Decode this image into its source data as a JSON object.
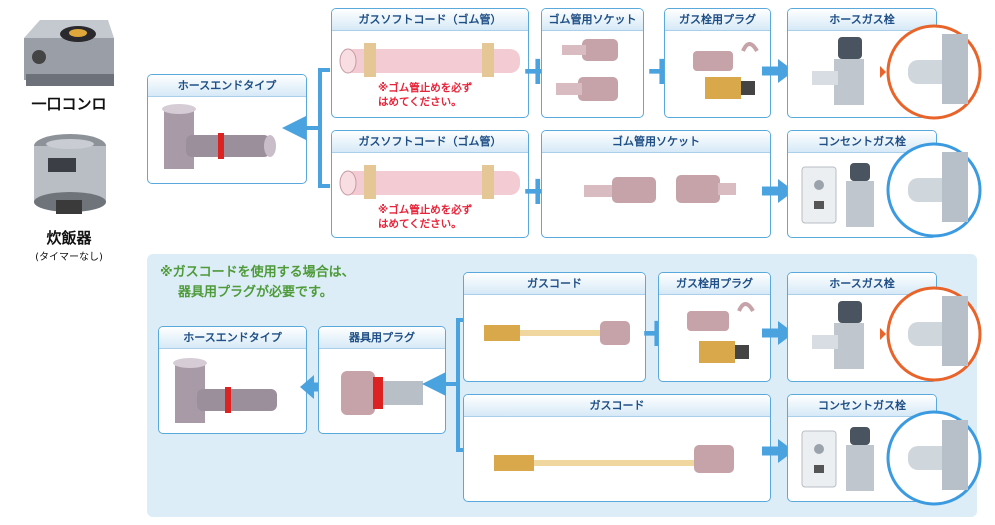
{
  "left_column": {
    "stove_label": "一口コンロ",
    "rice_cooker_label": "炊飯器",
    "rice_cooker_sub": "(タイマーなし)"
  },
  "top_section": {
    "hose_end_title": "ホースエンドタイプ",
    "row1": {
      "cord_title": "ガスソフトコード（ゴム管）",
      "cord_note_line1": "※ゴム管止めを必ず",
      "cord_note_line2": "はめてください。",
      "socket_title": "ゴム管用ソケット",
      "plug_title": "ガス栓用プラグ",
      "valve_title": "ホースガス栓"
    },
    "row2": {
      "cord_title": "ガスソフトコード（ゴム管）",
      "cord_note_line1": "※ゴム管止めを必ず",
      "cord_note_line2": "はめてください。",
      "socket_title": "ゴム管用ソケット",
      "valve_title": "コンセントガス栓"
    }
  },
  "bottom_section": {
    "note_line1": "※ガスコードを使用する場合は、",
    "note_line2": "器具用プラグが必要です。",
    "hose_end_title": "ホースエンドタイプ",
    "appliance_plug_title": "器具用プラグ",
    "row1": {
      "cord_title": "ガスコード",
      "plug_title": "ガス栓用プラグ",
      "valve_title": "ホースガス栓"
    },
    "row2": {
      "cord_title": "ガスコード",
      "valve_title": "コンセントガス栓"
    }
  },
  "colors": {
    "accent_blue": "#4aa3df",
    "panel_border": "#5aa9dc",
    "title_text": "#1f4f86",
    "warning_red": "#e8243a",
    "note_green": "#4f9b3a",
    "hose_valve_circle": "#e8642a",
    "outlet_valve_circle": "#3c9be0",
    "band_bg": "#dcedf8"
  },
  "icons": [
    "stove-icon",
    "rice-cooker-icon",
    "hose-end-fitting-icon",
    "rubber-hose-icon",
    "rubber-hose-socket-icon",
    "valve-plug-icon",
    "hose-gas-valve-icon",
    "outlet-gas-valve-icon",
    "gas-cord-icon",
    "appliance-plug-icon"
  ]
}
